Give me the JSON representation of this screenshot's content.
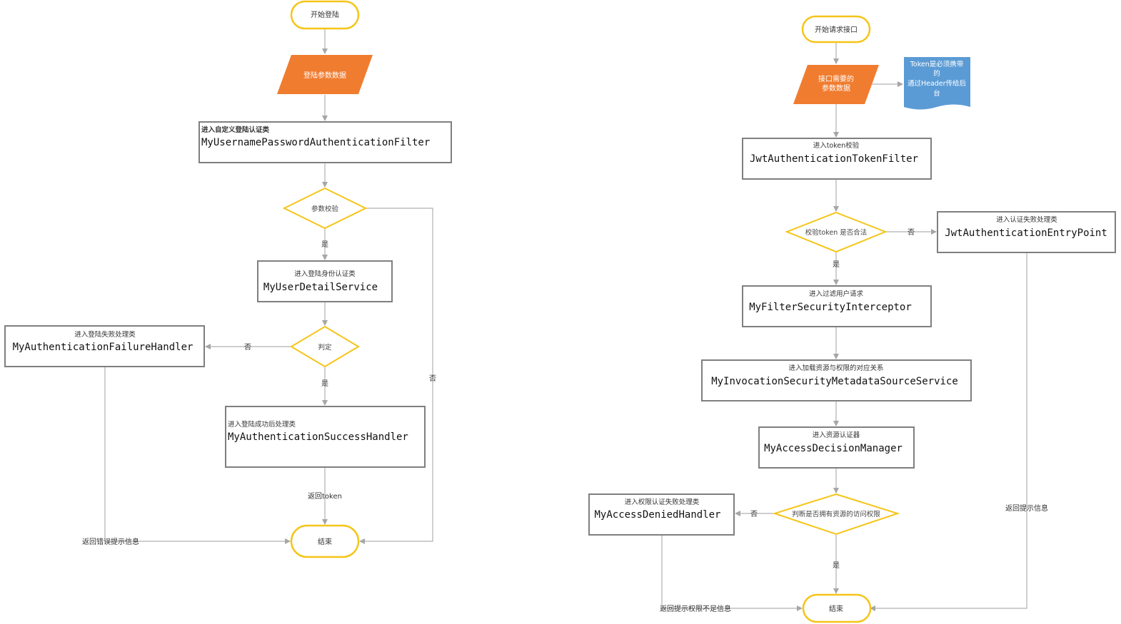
{
  "colors": {
    "terminal_stroke": "#f5c518",
    "parallelogram_fill": "#f07c2f",
    "decision_stroke": "#f5c518",
    "note_fill": "#5b9bd5",
    "box_stroke": "#7f7f7f",
    "line": "#b0b0b0"
  },
  "left": {
    "start": "开始登陆",
    "input_data": "登陆参数数据",
    "filter_title": "进入自定义登陆认证类",
    "filter_class": "MyUsernamePasswordAuthenticationFilter",
    "check_params": "参数校验",
    "yes_1": "是",
    "service_title": "进入登陆身份认证类",
    "service_class": "MyUserDetailService",
    "judge": "判定",
    "no_judge": "否",
    "failure_title": "进入登陆失败处理类",
    "failure_class": "MyAuthenticationFailureHandler",
    "yes_2": "是",
    "success_title": "进入登陆成功后处理类",
    "success_class": "MyAuthenticationSuccessHandler",
    "return_token": "返回token",
    "no_params": "否",
    "return_error": "返回错误提示信息",
    "end": "结束"
  },
  "right": {
    "start": "开始请求接口",
    "input_data_line1": "接口需要的",
    "input_data_line2": "参数数据",
    "note_line1": "Token是必须携带",
    "note_line2": "的",
    "note_line3": "通过Header传给后",
    "note_line4": "台",
    "jwt_filter_title": "进入token校验",
    "jwt_filter_class": "JwtAuthenticationTokenFilter",
    "check_token": "校验token 是否合法",
    "no_token": "否",
    "entry_title": "进入认证失败处理类",
    "entry_class": "JwtAuthenticationEntryPoint",
    "yes_1": "是",
    "interceptor_title": "进入过滤用户请求",
    "interceptor_class": "MyFilterSecurityInterceptor",
    "metadata_title": "进入加载资源与权限的对应关系",
    "metadata_class": "MyInvocationSecurityMetadataSourceService",
    "decision_title": "进入资源认证器",
    "decision_class": "MyAccessDecisionManager",
    "check_access": "判断是否拥有资源的访问权限",
    "no_access": "否",
    "denied_title": "进入权限认证失败处理类",
    "denied_class": "MyAccessDeniedHandler",
    "yes_2": "是",
    "return_hint": "返回提示信息",
    "return_no_perm": "返回提示权限不足信息",
    "end": "结束"
  }
}
